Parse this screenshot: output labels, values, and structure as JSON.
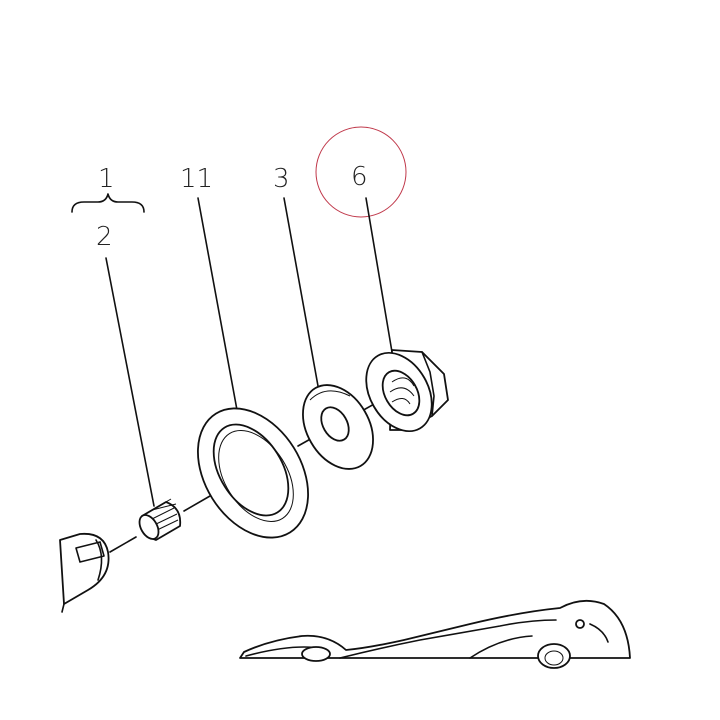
{
  "diagram": {
    "callouts": [
      {
        "id": "1",
        "text": "1"
      },
      {
        "id": "2",
        "text": "2"
      },
      {
        "id": "11",
        "text": "11"
      },
      {
        "id": "3",
        "text": "3"
      },
      {
        "id": "6",
        "text": "6"
      }
    ],
    "highlighted_callout": "6",
    "highlight_color": "#c0394b",
    "line_color": "#111111"
  }
}
